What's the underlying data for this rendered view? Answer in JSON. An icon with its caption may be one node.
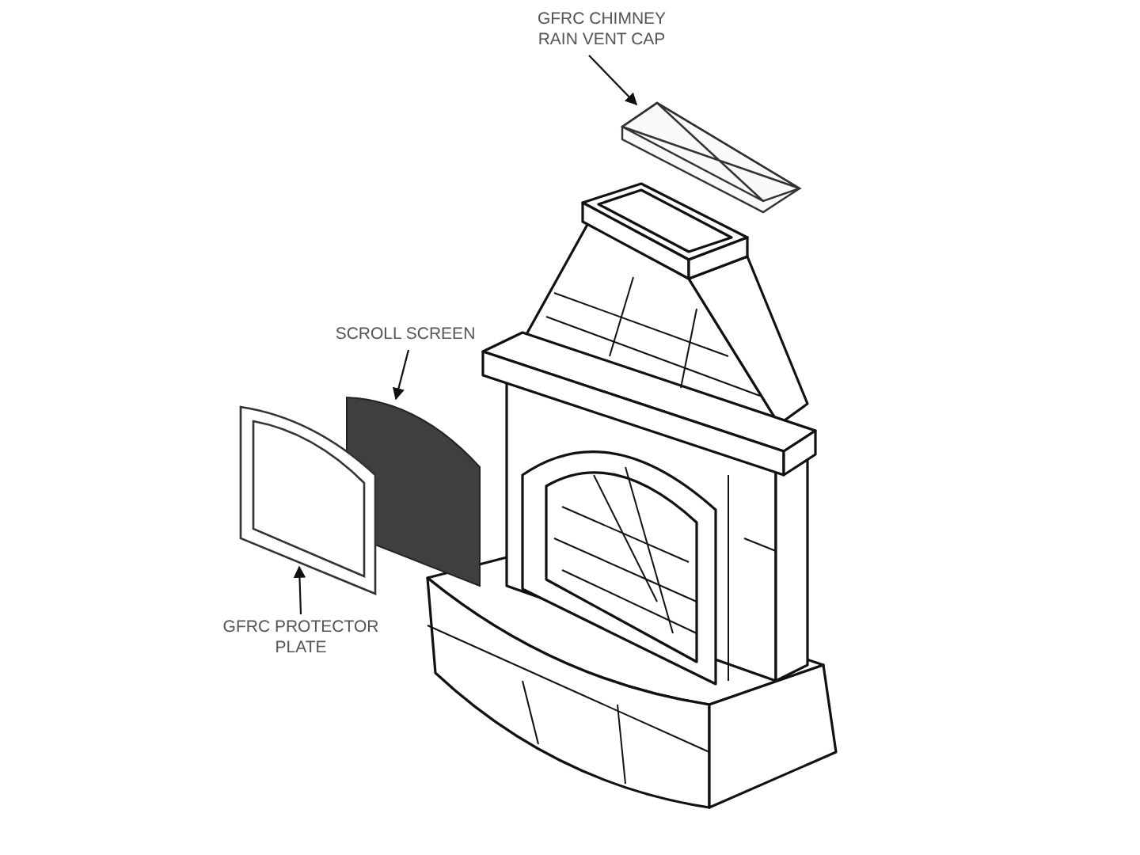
{
  "diagram": {
    "nodes": [
      {
        "text": [
          "GFRC CHIMNEY RAIN VENT CAP"
        ]
      },
      {
        "text": [],
        "shape": "picture"
      },
      {
        "text": [
          "SCROLL SCREEN"
        ]
      },
      {
        "text": [],
        "shape": "picture"
      },
      {
        "text": [
          "GFRC PROTECTOR PLATE"
        ]
      },
      {
        "text": [],
        "shape": "picture"
      }
    ],
    "edges": [
      {
        "from": 0,
        "to": 1,
        "arrow": "to"
      },
      {
        "from": 2,
        "to": 3,
        "arrow": "to"
      },
      {
        "from": 4,
        "to": 5,
        "arrow": "to"
      }
    ]
  }
}
